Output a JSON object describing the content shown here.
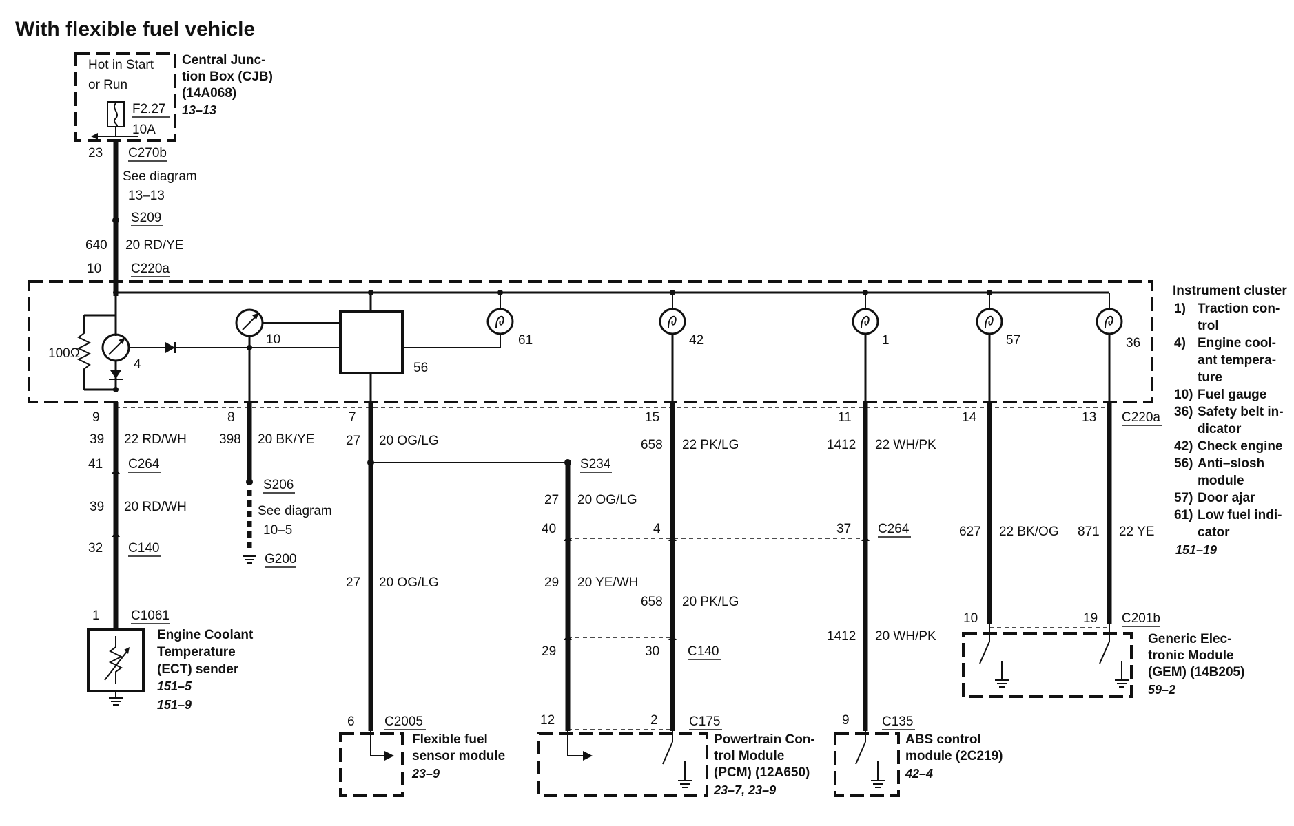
{
  "title": "With flexible fuel vehicle",
  "cjb": {
    "hot_line1": "Hot in Start",
    "hot_line2": "or Run",
    "fuse": "F2.27",
    "amps": "10A",
    "label": [
      "Central Junc-",
      "tion Box (CJB)",
      "(14A068)"
    ],
    "ref": "13–13"
  },
  "top_wire": {
    "pin": "23",
    "connector": "C270b",
    "see_diagram": "See diagram",
    "see_ref": "13–13",
    "splice": "S209",
    "circuit": "640",
    "gauge_color": "20 RD/YE",
    "c220a_pin": "10",
    "c220a": "C220a"
  },
  "cluster": {
    "title": "Instrument cluster",
    "resistor": "100Ω",
    "items": {
      "ect_gauge": "4",
      "fuel_gauge": "10",
      "anti_slosh": "56",
      "low_fuel": "61",
      "check_engine": "42",
      "traction": "1",
      "door_ajar": "57",
      "belt": "36"
    },
    "legend": [
      {
        "num": "1)",
        "lines": [
          "Traction con-",
          "trol"
        ]
      },
      {
        "num": "4)",
        "lines": [
          "Engine cool-",
          "ant tempera-",
          "ture"
        ]
      },
      {
        "num": "10)",
        "lines": [
          "Fuel gauge"
        ]
      },
      {
        "num": "36)",
        "lines": [
          "Safety belt in-",
          "dicator"
        ]
      },
      {
        "num": "42)",
        "lines": [
          "Check engine"
        ]
      },
      {
        "num": "56)",
        "lines": [
          "Anti–slosh",
          "module"
        ]
      },
      {
        "num": "57)",
        "lines": [
          "Door ajar"
        ]
      },
      {
        "num": "61)",
        "lines": [
          "Low fuel indi-",
          "cator"
        ]
      }
    ],
    "legend_ref": "151–19"
  },
  "cluster_pins": {
    "p9": "9",
    "p8": "8",
    "p7": "7",
    "p15": "15",
    "p11": "11",
    "p14": "14",
    "p13": "13",
    "c220a": "C220a"
  },
  "ect_branch": {
    "circuit1": "39",
    "wire1": "22 RD/WH",
    "c264_pin": "41",
    "c264": "C264",
    "circuit2": "39",
    "wire2": "20 RD/WH",
    "c140_pin": "32",
    "c140": "C140",
    "c1061_pin": "1",
    "c1061": "C1061",
    "sender": [
      "Engine Coolant",
      "Temperature",
      "(ECT) sender"
    ],
    "refs": [
      "151–5",
      "151–9"
    ]
  },
  "ground_branch": {
    "circuit": "398",
    "wire": "20 BK/YE",
    "splice": "S206",
    "see_diagram": "See diagram",
    "see_ref": "10–5",
    "ground": "G200"
  },
  "flex_branch": {
    "circuit1": "27",
    "wire1": "20 OG/LG",
    "circuit2": "27",
    "wire2": "20 OG/LG",
    "c2005_pin": "6",
    "c2005": "C2005",
    "module": [
      "Flexible fuel",
      "sensor module"
    ],
    "ref": "23–9"
  },
  "s234_branch": {
    "splice": "S234",
    "circuit1": "27",
    "wire1": "20 OG/LG",
    "c264_pin": "40",
    "circuit2": "29",
    "wire2": "20 YE/WH",
    "c140_pin": "29",
    "c175_pin": "12"
  },
  "pk_branch": {
    "circuit1": "658",
    "wire1": "22 PK/LG",
    "c264_pin": "4",
    "circuit2": "658",
    "wire2": "20 PK/LG",
    "c140_pin": "30",
    "c140": "C140",
    "c175_pin": "2",
    "c175": "C175",
    "module": [
      "Powertrain Con-",
      "trol Module",
      "(PCM) (12A650)"
    ],
    "ref": "23–7, 23–9"
  },
  "wh_branch": {
    "circuit1": "1412",
    "wire1": "22 WH/PK",
    "c264_pin": "37",
    "c264": "C264",
    "circuit2": "1412",
    "wire2": "20 WH/PK",
    "c135_pin": "9",
    "c135": "C135",
    "module": [
      "ABS control",
      "module (2C219)"
    ],
    "ref": "42–4"
  },
  "gem_branch": {
    "circuit1": "627",
    "wire1": "22 BK/OG",
    "circuit2": "871",
    "wire2": "22 YE",
    "pin1": "10",
    "pin2": "19",
    "c201b": "C201b",
    "module": [
      "Generic Elec-",
      "tronic Module",
      "(GEM) (14B205)"
    ],
    "ref": "59–2"
  }
}
